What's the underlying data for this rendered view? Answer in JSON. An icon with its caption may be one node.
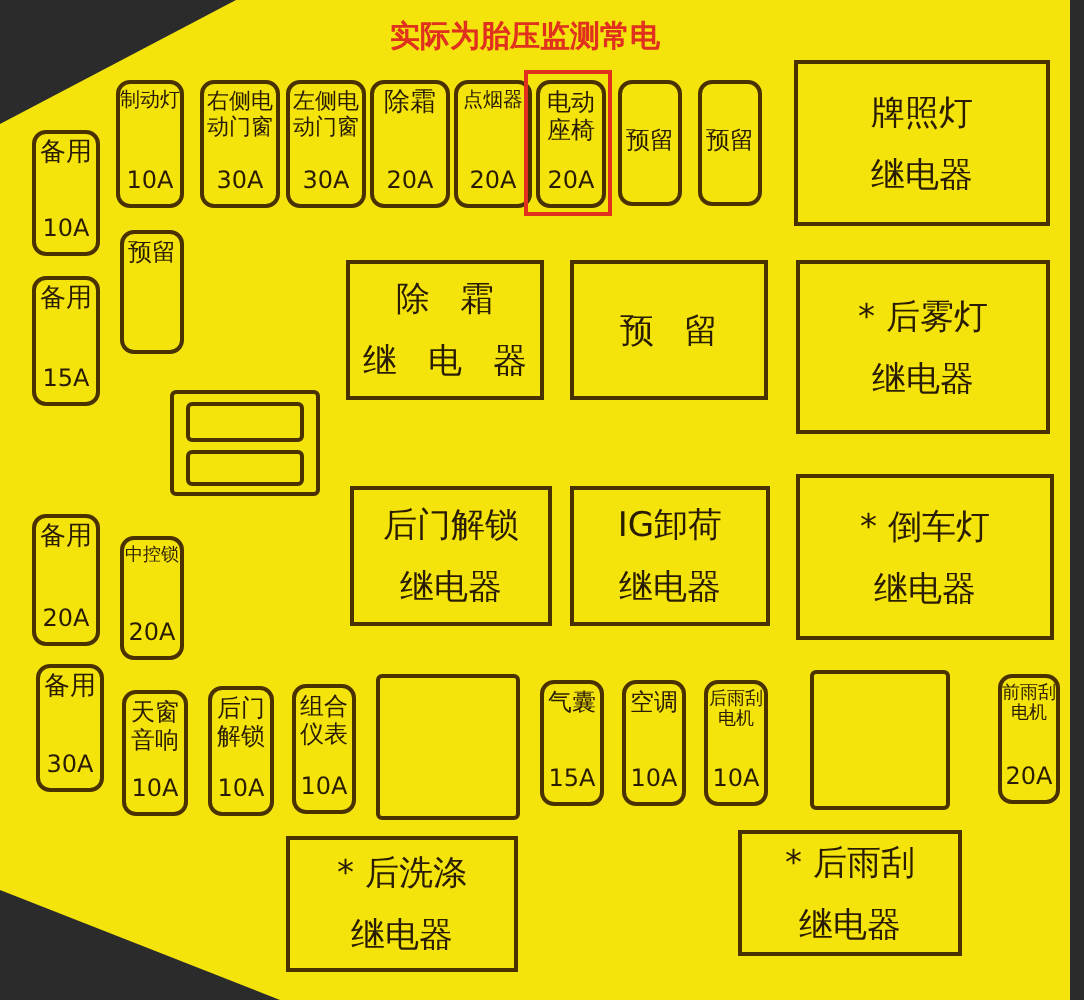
{
  "diagram": {
    "nodes": [
      {
        "text": [
          "制动灯",
          "10A"
        ]
      },
      {
        "text": [
          "右侧电动门窗",
          "30A"
        ]
      },
      {
        "text": [
          "左侧电动门窗",
          "30A"
        ]
      },
      {
        "text": [
          "除霜",
          "20A"
        ]
      },
      {
        "text": [
          "点烟器",
          "20A"
        ]
      },
      {
        "text": [
          "电动座椅",
          "20A"
        ]
      },
      {
        "text": [
          "预留"
        ]
      },
      {
        "text": [
          "预留"
        ]
      },
      {
        "text": [
          "牌照灯",
          "继电器"
        ]
      },
      {
        "text": [
          "备用",
          "10A"
        ]
      },
      {
        "text": [
          "预留"
        ]
      },
      {
        "text": [
          "备用",
          "15A"
        ]
      },
      {
        "text": [
          "除霜",
          "继电器"
        ]
      },
      {
        "text": [
          "预留"
        ]
      },
      {
        "text": [
          "* 后雾灯",
          "继电器"
        ]
      },
      {
        "text": [],
        "shape": "box"
      },
      {
        "text": [],
        "shape": "box",
        "in": 15
      },
      {
        "text": [],
        "shape": "box",
        "in": 15
      },
      {
        "text": [
          "后门解锁",
          "继电器"
        ]
      },
      {
        "text": [
          "IG卸荷",
          "继电器"
        ]
      },
      {
        "text": [
          "* 倒车灯",
          "继电器"
        ]
      },
      {
        "text": [
          "备用",
          "20A"
        ]
      },
      {
        "text": [
          "中控锁",
          "20A"
        ]
      },
      {
        "text": [
          "备用",
          "30A"
        ]
      },
      {
        "text": [
          "天窗音响",
          "10A"
        ]
      },
      {
        "text": [
          "后门解锁",
          "10A"
        ]
      },
      {
        "text": [
          "组合仪表",
          "10A"
        ]
      },
      {
        "text": [],
        "shape": "box"
      },
      {
        "text": [
          "气囊",
          "15A"
        ]
      },
      {
        "text": [
          "空调",
          "10A"
        ]
      },
      {
        "text": [
          "后雨刮电机",
          "10A"
        ]
      },
      {
        "text": [],
        "shape": "box"
      },
      {
        "text": [
          "前雨刮电机",
          "20A"
        ]
      },
      {
        "text": [
          "* 后洗涤",
          "继电器"
        ]
      },
      {
        "text": [
          "* 后雨刮",
          "继电器"
        ]
      }
    ],
    "labels": [
      "实际为胎压监测常电"
    ]
  }
}
